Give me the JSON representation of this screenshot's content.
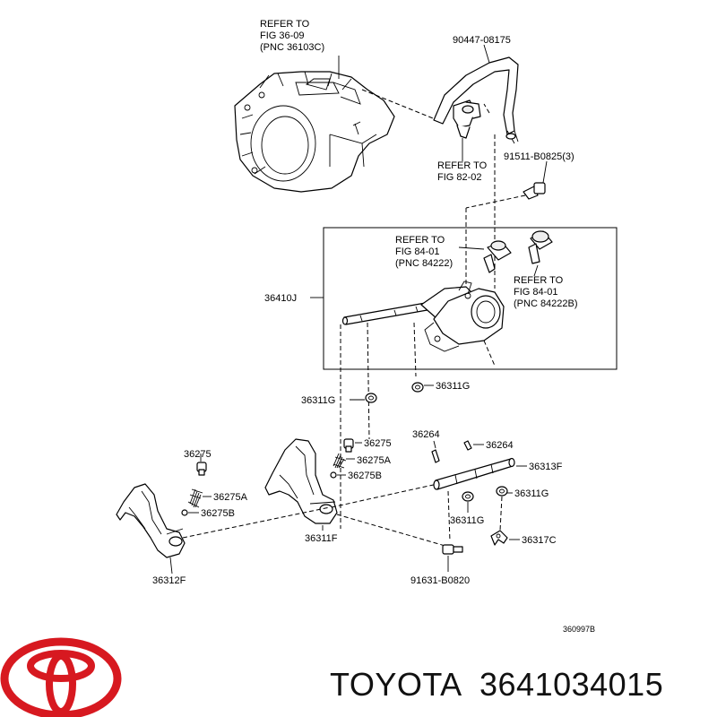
{
  "colors": {
    "logo": "#d71920",
    "ink": "#000000",
    "brand_text": "#111111"
  },
  "labels": {
    "ref_36_09": [
      "REFER TO",
      "FIG 36-09",
      "(PNC 36103C)"
    ],
    "p_90447": "90447-08175",
    "ref_82_02": [
      "REFER TO",
      "FIG 82-02"
    ],
    "p_91511": "91511-B0825(3)",
    "ref_84222": [
      "REFER TO",
      "FIG 84-01",
      "(PNC 84222)"
    ],
    "ref_84222b": [
      "REFER TO",
      "FIG 84-01",
      "(PNC 84222B)"
    ],
    "p_36410j": "36410J",
    "p_36311g_left": "36311G",
    "p_36311g_right": "36311G",
    "p_36275_left": "36275",
    "p_36275a_left": "36275A",
    "p_36275b_left": "36275B",
    "p_36275_mid": "36275",
    "p_36275a_mid": "36275A",
    "p_36275b_mid": "36275B",
    "p_36264_a": "36264",
    "p_36264_b": "36264",
    "p_36313f": "36313F",
    "p_36311g_shaft": "36311G",
    "p_36311g_lower": "36311G",
    "p_36317c": "36317C",
    "p_91631": "91631-B0820",
    "p_36311f": "36311F",
    "p_36312f": "36312F",
    "fig_code": "360997B"
  },
  "footer": {
    "brand": "TOYOTA",
    "part_number": "3641034015"
  },
  "icons": {
    "logo": "toyota-logo-icon"
  }
}
